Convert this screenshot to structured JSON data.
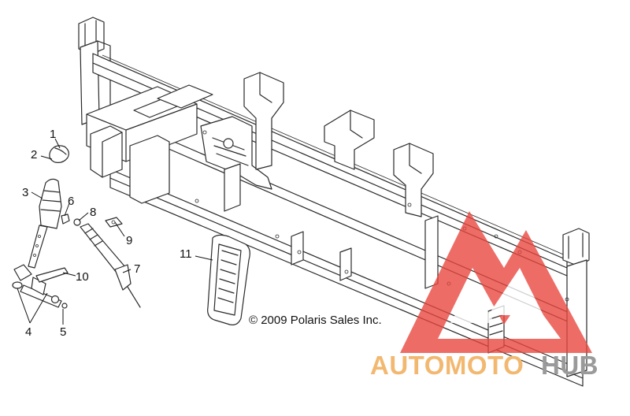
{
  "diagram": {
    "callouts": [
      {
        "id": "1",
        "label": "1"
      },
      {
        "id": "2",
        "label": "2"
      },
      {
        "id": "3",
        "label": "3"
      },
      {
        "id": "4",
        "label": "4"
      },
      {
        "id": "5",
        "label": "5"
      },
      {
        "id": "6",
        "label": "6"
      },
      {
        "id": "7",
        "label": "7"
      },
      {
        "id": "8",
        "label": "8"
      },
      {
        "id": "9",
        "label": "9"
      },
      {
        "id": "10",
        "label": "10"
      },
      {
        "id": "11",
        "label": "11"
      }
    ],
    "copyright": "© 2009 Polaris Sales Inc."
  },
  "watermark": {
    "part1": "AUTOMOTO",
    "part2": "HUB",
    "color_orange": "#f2b870",
    "color_red": "#e8453c",
    "color_gray": "#9a9a9a"
  }
}
